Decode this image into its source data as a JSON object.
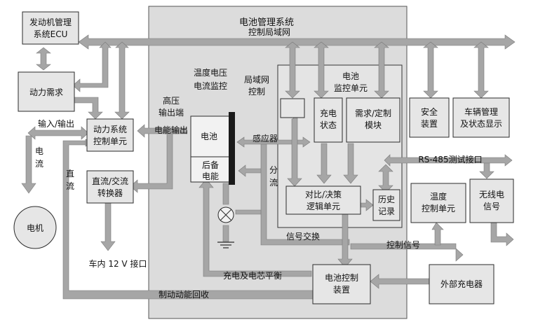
{
  "system_title": "电池管理系统",
  "can_bus_label": "控制局域网",
  "boxes": {
    "engine_ecu": [
      "发动机管理",
      "系统ECU"
    ],
    "power_demand": "动力需求",
    "powertrain_control": [
      "动力系统",
      "控制单元"
    ],
    "dc_ac_converter": [
      "直流/交流",
      "转换器"
    ],
    "motor": "电机",
    "battery": "电池",
    "backup_power": [
      "后备",
      "电能"
    ],
    "lan_controller": [
      "局域网",
      "控制"
    ],
    "battery_monitor": [
      "电池",
      "监控单元"
    ],
    "charge_state": [
      "充电",
      "状态"
    ],
    "demand_custom": [
      "需求/定制",
      "模块"
    ],
    "compare_decision": [
      "对比/决策",
      "逻辑单元"
    ],
    "history_record": [
      "历史",
      "记录"
    ],
    "safety_device": [
      "安全",
      "装置"
    ],
    "vehicle_mgmt": [
      "车辆管理",
      "及状态显示"
    ],
    "temp_control": [
      "温度",
      "控制单元"
    ],
    "wireless_signal": [
      "无线电",
      "信号"
    ],
    "battery_control": [
      "电池控制",
      "装置"
    ],
    "external_charger": "外部充电器"
  },
  "labels": {
    "input_output": "输入/输出",
    "electric_flow": [
      "电",
      "流"
    ],
    "dc": [
      "直",
      "流"
    ],
    "high_voltage": [
      "高压",
      "输出端"
    ],
    "power_output": "电能输出",
    "temp_voltage": [
      "温度电压",
      "电流监控"
    ],
    "sensor": "感应器",
    "shunt": [
      "分",
      "流"
    ],
    "rs485": "RS-485测试接口",
    "signal_exchange": "信号交换",
    "control_signal": "控制信号",
    "charge_balance": "充电及电芯平衡",
    "regen_braking": "制动动能回收",
    "car_12v": "车内 12 V 接口"
  },
  "colors": {
    "arrow": "#a6a6a6",
    "arrow_dark": "#7f7f7f",
    "box_fill": "#e6e6e6",
    "panel_fill": "#dcdcdc",
    "border": "#2b2b2b"
  }
}
